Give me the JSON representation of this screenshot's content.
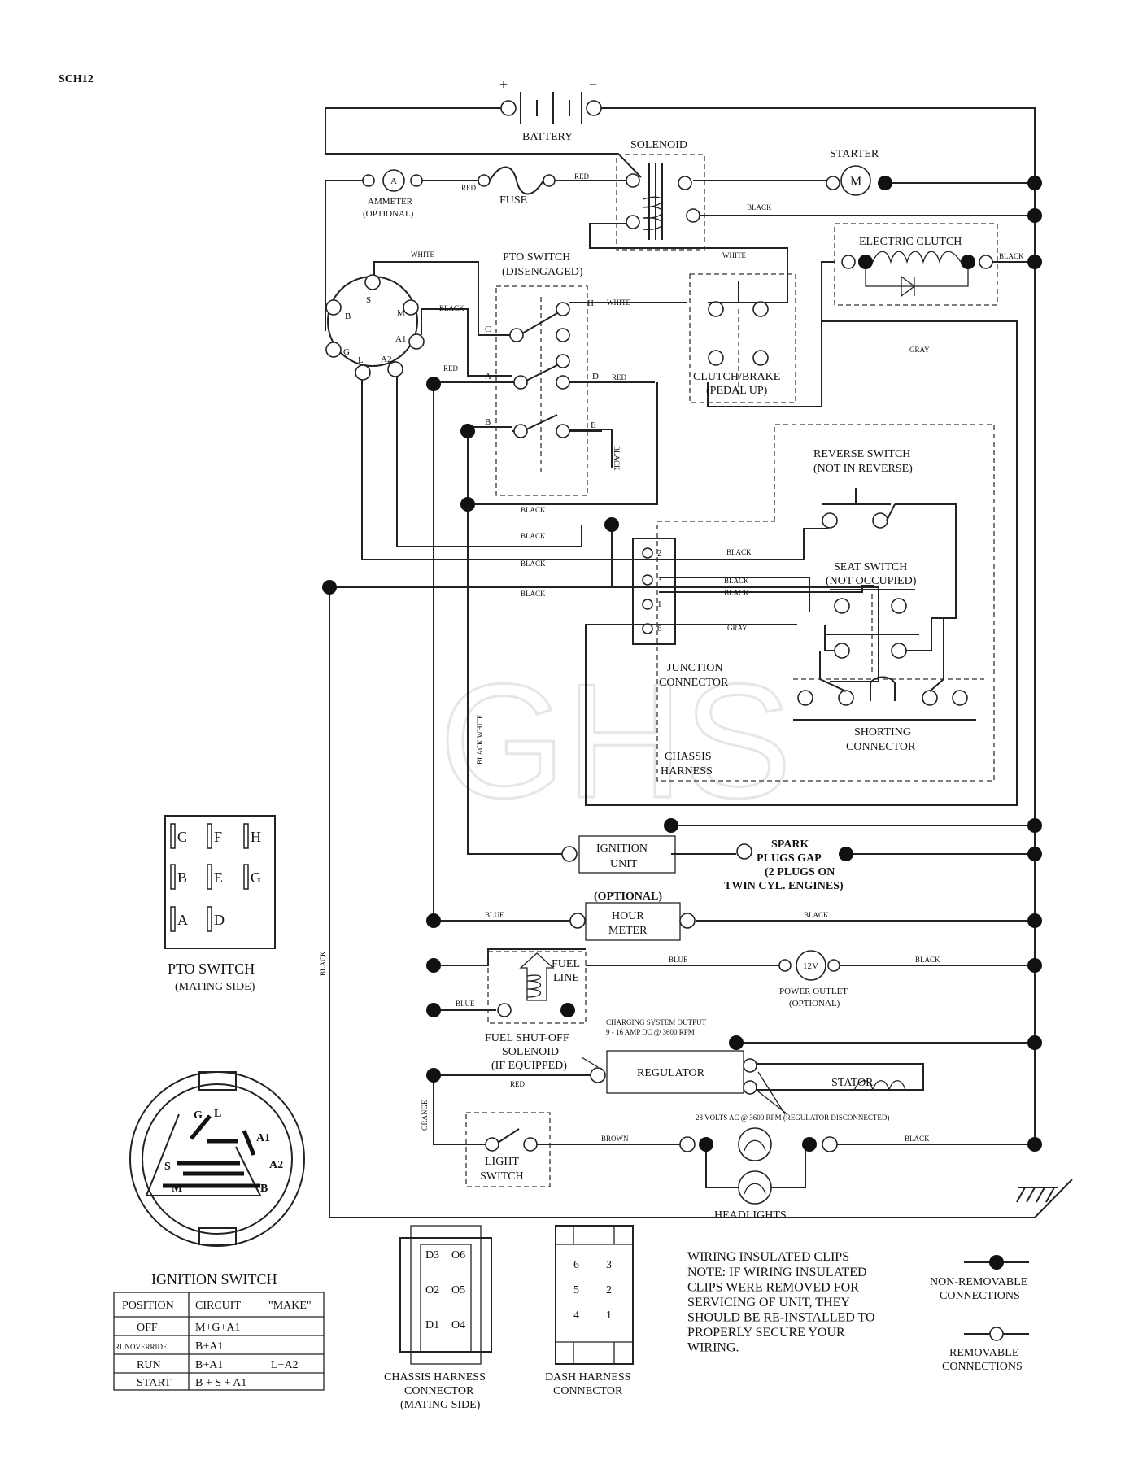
{
  "sheet": {
    "id": "SCH12"
  },
  "components": {
    "battery": {
      "label": "BATTERY",
      "plus": "+",
      "minus": "−"
    },
    "solenoid": {
      "label": "SOLENOID"
    },
    "starter": {
      "label": "STARTER",
      "symbol": "M"
    },
    "ammeter": {
      "label": "AMMETER",
      "sub": "(OPTIONAL)",
      "symbol": "A"
    },
    "fuse": {
      "label": "FUSE"
    },
    "electric_clutch": {
      "label": "ELECTRIC CLUTCH"
    },
    "pto_switch": {
      "label": "PTO SWITCH",
      "sub": "(DISENGAGED)",
      "terms": [
        "C",
        "H",
        "A",
        "D",
        "B",
        "E"
      ]
    },
    "clutch_brake": {
      "label": "CLUTCH/BRAKE",
      "sub": "(PEDAL UP)"
    },
    "ignition_terms": [
      "B",
      "S",
      "M",
      "A1",
      "A2",
      "L",
      "G"
    ],
    "reverse_switch": {
      "label": "REVERSE SWITCH",
      "sub": "(NOT IN REVERSE)"
    },
    "seat_switch": {
      "label": "SEAT SWITCH",
      "sub": "(NOT OCCUPIED)"
    },
    "junction": {
      "label": "JUNCTION",
      "sub": "CONNECTOR",
      "pins": [
        "2",
        "3",
        "1",
        "6"
      ]
    },
    "chassis_harness": {
      "label": "CHASSIS",
      "sub": "HARNESS"
    },
    "shorting_connector": {
      "label": "SHORTING",
      "sub": "CONNECTOR"
    },
    "ignition_unit": {
      "label": "IGNITION",
      "sub": "UNIT"
    },
    "spark_plugs": {
      "l1": "SPARK",
      "l2": "PLUGS GAP",
      "l3": "(2 PLUGS ON",
      "l4": "TWIN CYL. ENGINES)"
    },
    "hour_meter": {
      "opt": "(OPTIONAL)",
      "l1": "HOUR",
      "l2": "METER"
    },
    "fuel_line": {
      "l1": "FUEL",
      "l2": "LINE"
    },
    "power_outlet": {
      "symbol": "12V",
      "label": "POWER OUTLET",
      "sub": "(OPTIONAL)"
    },
    "fuel_solenoid": {
      "l1": "FUEL SHUT-OFF",
      "l2": "SOLENOID",
      "l3": "(IF EQUIPPED)"
    },
    "charging": {
      "l1": "CHARGING SYSTEM OUTPUT",
      "l2": "9 - 16 AMP DC @ 3600 RPM"
    },
    "regulator": {
      "label": "REGULATOR"
    },
    "stator": {
      "label": "STATOR"
    },
    "ac_note": "28 VOLTS AC @ 3600 RPM (REGULATOR DISCONNECTED)",
    "light_switch": {
      "l1": "LIGHT",
      "l2": "SWITCH"
    },
    "headlights": {
      "label": "HEADLIGHTS"
    }
  },
  "wires": {
    "red": "RED",
    "black": "BLACK",
    "white": "WHITE",
    "gray": "GRAY",
    "blue": "BLUE",
    "brown": "BROWN",
    "orange": "ORANGE",
    "black_white": "BLACK WHITE"
  },
  "pto_mating": {
    "grid": [
      [
        "C",
        "F",
        "H"
      ],
      [
        "B",
        "E",
        "G"
      ],
      [
        "A",
        "D",
        ""
      ]
    ],
    "title": "PTO SWITCH",
    "sub": "(MATING SIDE)"
  },
  "ignition_switch": {
    "title": "IGNITION SWITCH",
    "face": [
      "G",
      "L",
      "A1",
      "A2",
      "S",
      "M",
      "B"
    ],
    "table_headers": [
      "POSITION",
      "CIRCUIT",
      "\"MAKE\""
    ],
    "rows": [
      {
        "position": "OFF",
        "circuit": "M+G+A1",
        "extra": ""
      },
      {
        "position": "RUNOVERRIDE",
        "circuit": "B+A1",
        "extra": ""
      },
      {
        "position": "RUN",
        "circuit": "B+A1",
        "extra": "L+A2"
      },
      {
        "position": "START",
        "circuit": "B + S + A1",
        "extra": ""
      }
    ]
  },
  "chassis_connector": {
    "pins": [
      "D3",
      "O6",
      "O2",
      "O5",
      "D1",
      "O4"
    ],
    "l1": "CHASSIS HARNESS",
    "l2": "CONNECTOR",
    "l3": "(MATING SIDE)"
  },
  "dash_connector": {
    "pins": [
      "6",
      "3",
      "5",
      "2",
      "4",
      "1"
    ],
    "l1": "DASH HARNESS",
    "l2": "CONNECTOR"
  },
  "notes": {
    "title": "WIRING INSULATED CLIPS",
    "lines": [
      "NOTE:  IF WIRING INSULATED",
      "CLIPS WERE REMOVED FOR",
      "SERVICING OF UNIT, THEY",
      "SHOULD BE RE-INSTALLED TO",
      "PROPERLY SECURE YOUR",
      "WIRING."
    ]
  },
  "legend": {
    "nonremovable_l1": "NON-REMOVABLE",
    "nonremovable_l2": "CONNECTIONS",
    "removable_l1": "REMOVABLE",
    "removable_l2": "CONNECTIONS"
  },
  "watermark": "GHS"
}
